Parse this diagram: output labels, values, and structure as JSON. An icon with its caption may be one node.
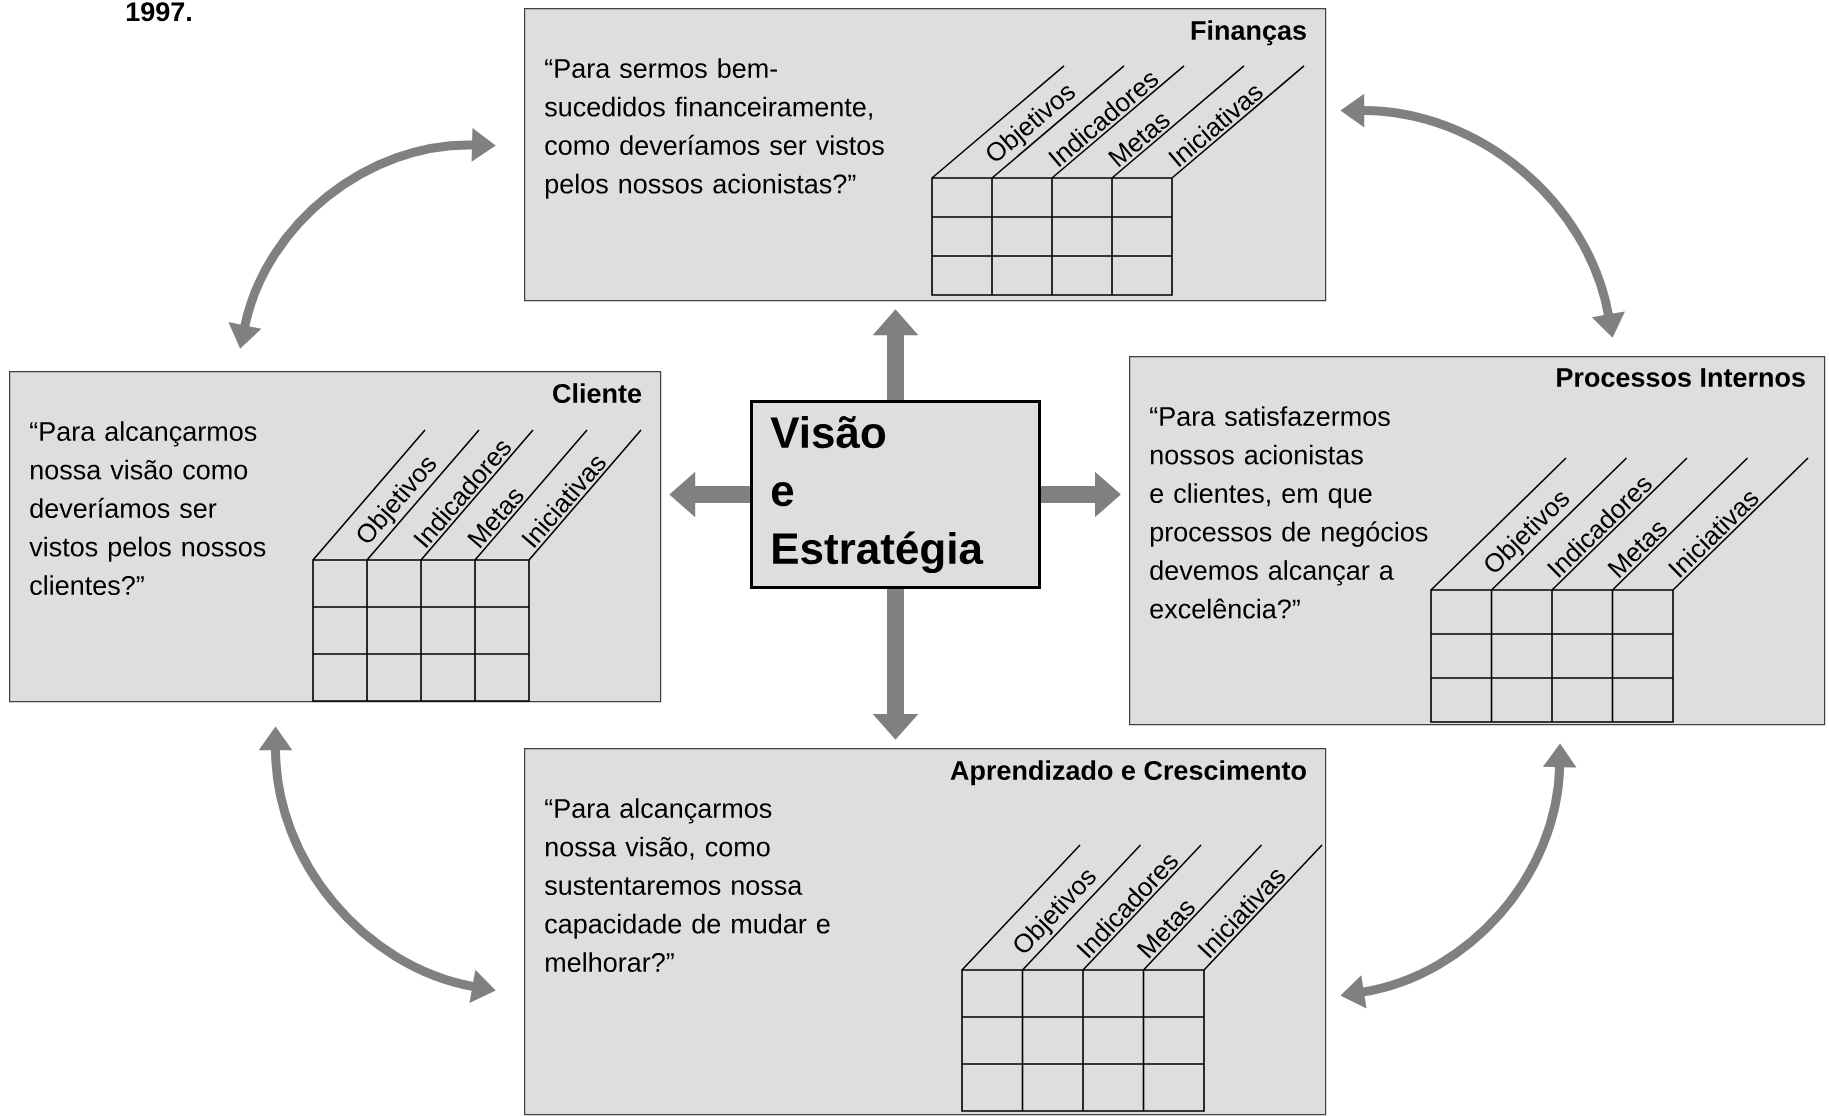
{
  "diagram": {
    "nodes": [
      {
        "text": [
          "Finanças",
          "“Para sermos bem-sucedidos financeiramente, como deveríamos ser vistos pelos nossos acionistas?”"
        ]
      },
      {
        "text": [
          "Objetivos",
          "Indicadores",
          "Metas",
          "Iniciativas"
        ],
        "in": 0
      },
      {
        "text": [
          "Cliente",
          "“Para alcançarmos nossa visão como deveríamos ser vistos pelos nossos clientes?”"
        ]
      },
      {
        "text": [
          "Objetivos",
          "Indicadores",
          "Metas",
          "Iniciativas"
        ],
        "in": 2
      },
      {
        "text": [
          "Visão e Estratégia"
        ]
      },
      {
        "text": [
          "Processos Internos",
          "“Para satisfazermos nossos acionistas e clientes, em que processos de negócios devemos alcançar a excelência?”"
        ]
      },
      {
        "text": [
          "Objetivos",
          "Indicadores",
          "Metas",
          "Iniciativas"
        ],
        "in": 5
      },
      {
        "text": [
          "Aprendizado e Crescimento",
          "“Para alcançarmos nossa visão, como sustentaremos nossa capacidade de mudar e melhorar?”"
        ]
      },
      {
        "text": [
          "Objetivos",
          "Indicadores",
          "Metas",
          "Iniciativas"
        ],
        "in": 7
      }
    ],
    "edges": [
      {
        "from": 4,
        "to": 0,
        "arrow": "to",
        "style": "thick"
      },
      {
        "from": 4,
        "to": 2,
        "arrow": "to",
        "style": "thick"
      },
      {
        "from": 4,
        "to": 5,
        "arrow": "to",
        "style": "thick"
      },
      {
        "from": 4,
        "to": 7,
        "arrow": "to",
        "style": "thick"
      },
      {
        "from": 2,
        "to": 0,
        "arrow": "both"
      },
      {
        "from": 0,
        "to": 5,
        "arrow": "both"
      },
      {
        "from": 5,
        "to": 7,
        "arrow": "both"
      },
      {
        "from": 7,
        "to": 2,
        "arrow": "both"
      }
    ],
    "labels": [
      "1997."
    ]
  }
}
